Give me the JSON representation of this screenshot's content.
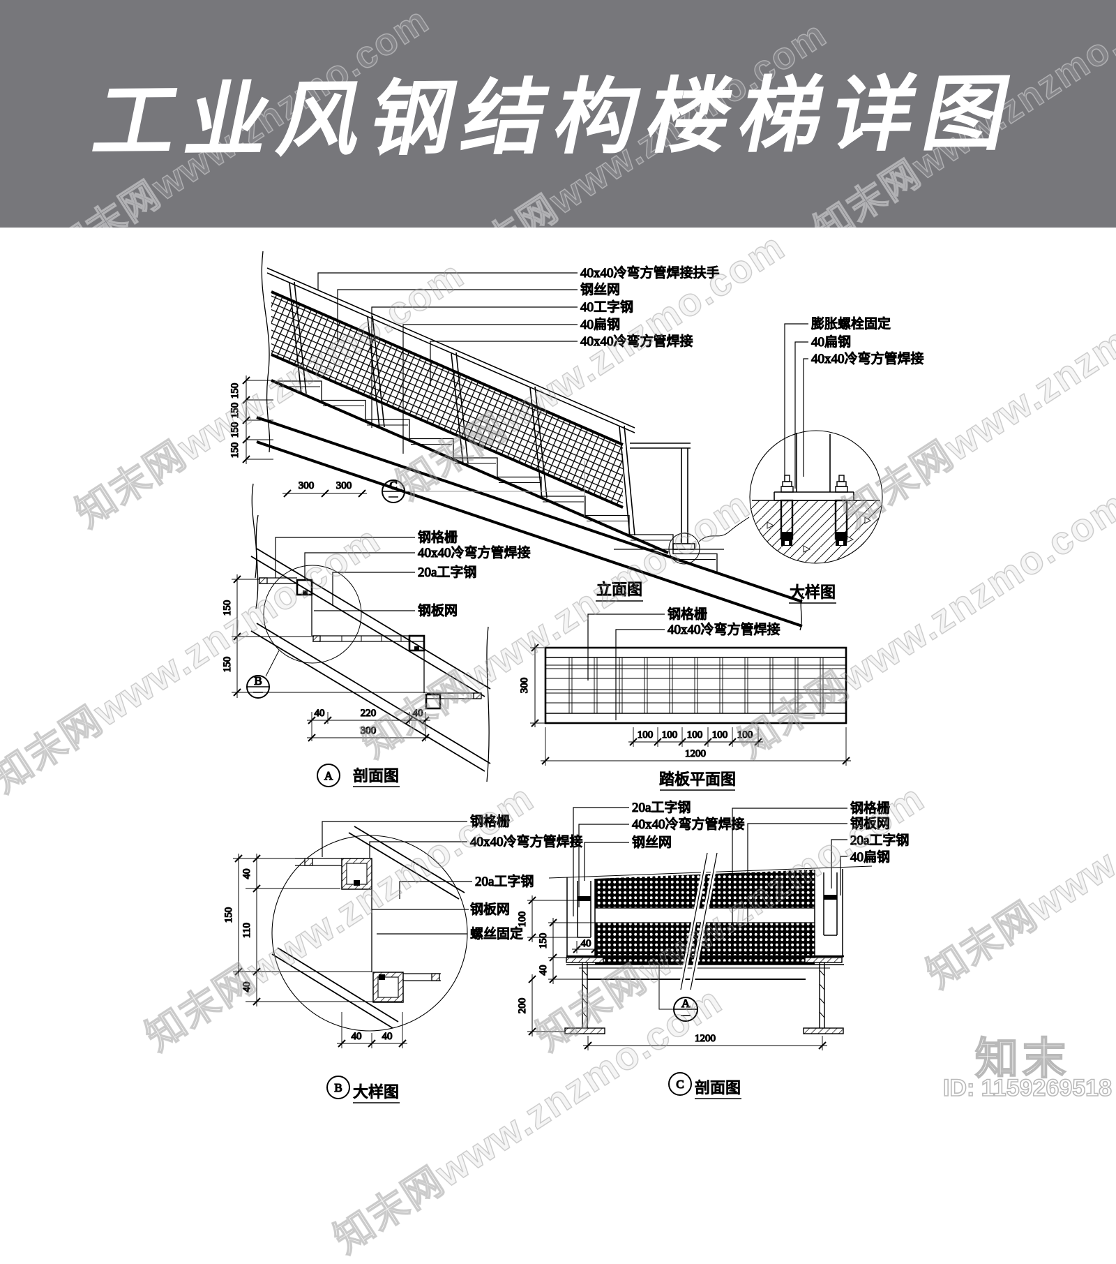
{
  "header": {
    "title": "工业风钢结构楼梯详图",
    "bg_color": "#77777b"
  },
  "watermark": {
    "text": "知末网www.znzmo.com",
    "logo": "知末",
    "id_label": "ID: 1159269518"
  },
  "palette": {
    "line": "#000000",
    "white": "#ffffff"
  },
  "views": {
    "elevation": {
      "caption": "立面图",
      "cut_marker": "C",
      "callouts": [
        "40x40冷弯方管焊接扶手",
        "钢丝网",
        "40工字钢",
        "40扁钢",
        "40x40冷弯方管焊接"
      ],
      "riser_dims": [
        "150",
        "150",
        "150",
        "150"
      ],
      "tread_dims": [
        "300",
        "300"
      ]
    },
    "anchor_detail": {
      "caption": "大样图",
      "callouts": [
        "膨胀螺栓固定",
        "40扁钢",
        "40x40冷弯方管焊接"
      ]
    },
    "section_a": {
      "caption": "剖面图",
      "marker": "A",
      "ref_marker": "B",
      "callouts": [
        "钢格栅",
        "40x40冷弯方管焊接",
        "20a工字钢",
        "钢板网"
      ],
      "dims": [
        "150",
        "150",
        "40",
        "220",
        "40",
        "300"
      ]
    },
    "tread_plan": {
      "caption": "踏板平面图",
      "callouts": [
        "钢格栅",
        "40x40冷弯方管焊接"
      ],
      "width_dim": "300",
      "cell_dims": [
        "100",
        "100",
        "100",
        "100",
        "100"
      ],
      "total_dim": "1200"
    },
    "detail_b": {
      "caption": "大样图",
      "marker": "B",
      "callouts": [
        "钢格栅",
        "40x40冷弯方管焊接",
        "20a工字钢",
        "钢板网",
        "螺丝固定"
      ],
      "left_dims": [
        "40",
        "110",
        "40"
      ],
      "left_total": "150",
      "bottom_dims": [
        "40",
        "40"
      ]
    },
    "section_c": {
      "caption": "剖面图",
      "marker": "C",
      "ref_marker": "A",
      "callouts_left": [
        "20a工字钢",
        "40x40冷弯方管焊接",
        "钢丝网"
      ],
      "callouts_right": [
        "钢格栅",
        "钢板网",
        "20a工字钢",
        "40扁钢"
      ],
      "dim_100": "100",
      "dim_150": "150",
      "dim_40a": "40",
      "dim_200": "200",
      "dim_post40": "40",
      "dim_total": "1200"
    }
  }
}
